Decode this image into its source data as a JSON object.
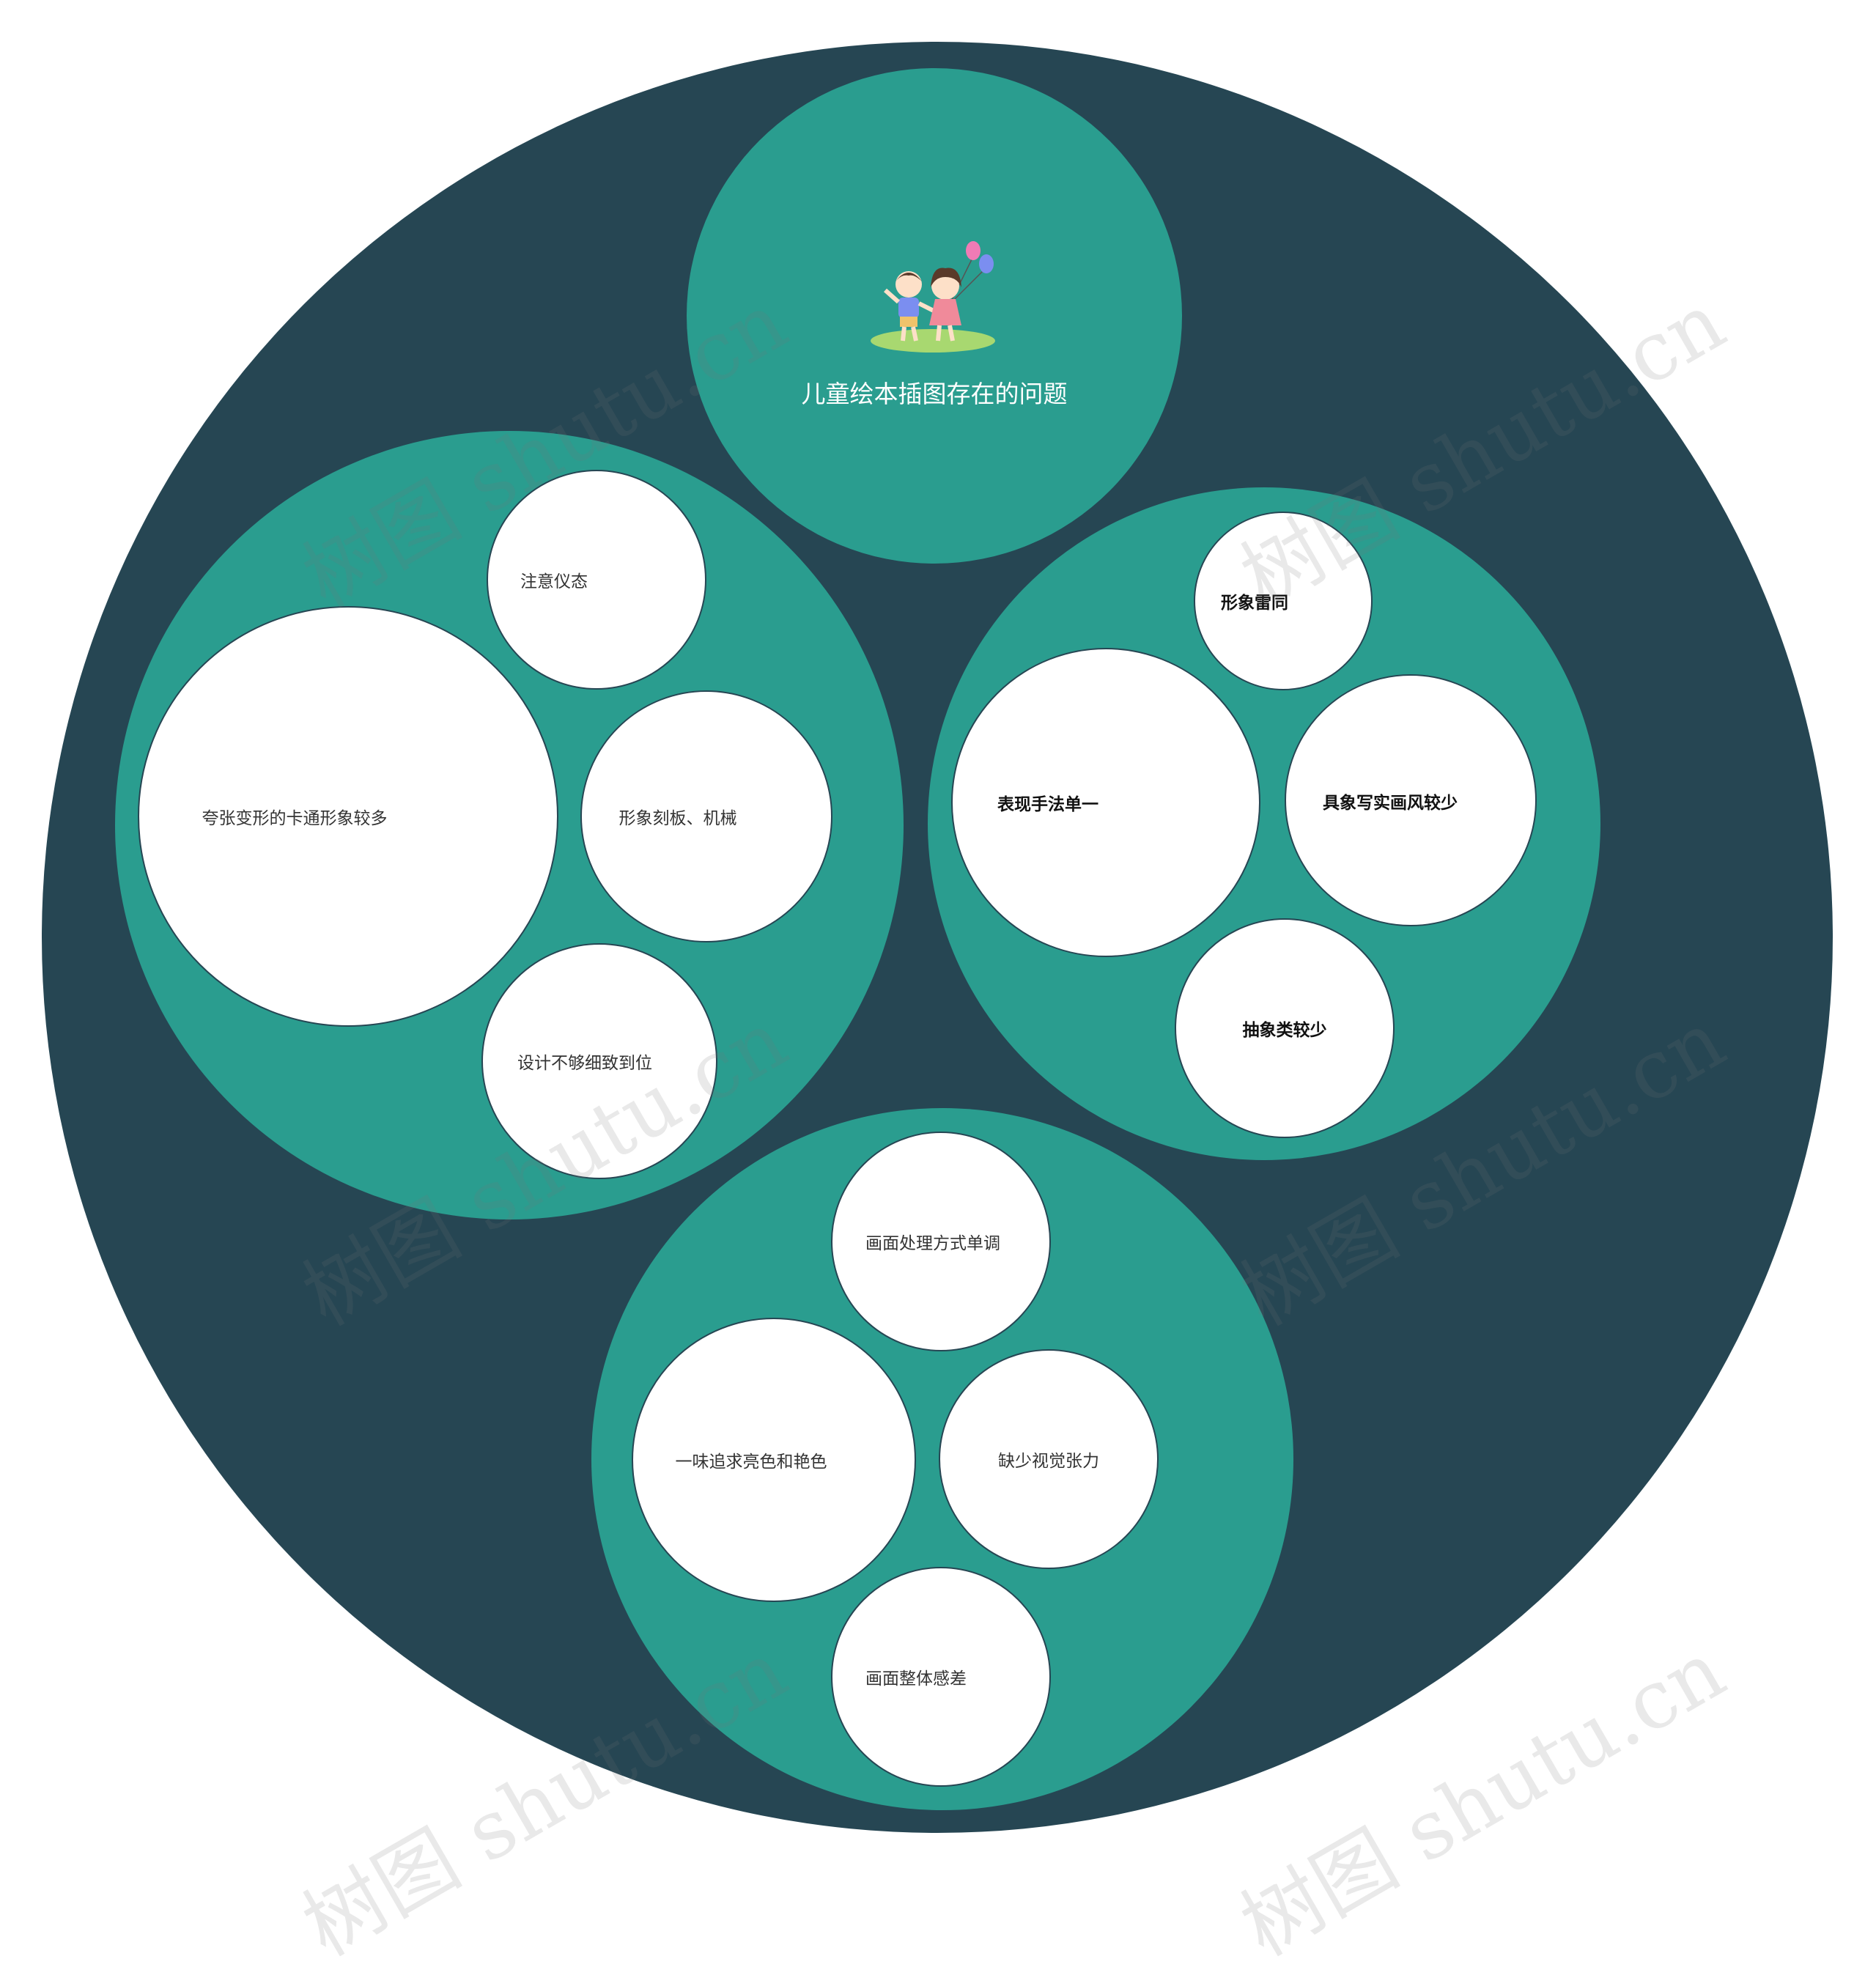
{
  "root": {
    "title": "儿童绘本插图存在的问题",
    "icon": "children-with-balloons-illustration"
  },
  "groups": [
    {
      "id": "left",
      "leaves": [
        {
          "text": "注意仪态",
          "bold": false
        },
        {
          "text": "夸张变形的卡通形象较多",
          "bold": false
        },
        {
          "text": "形象刻板、机械",
          "bold": false
        },
        {
          "text": "设计不够细致到位",
          "bold": false
        }
      ]
    },
    {
      "id": "right",
      "leaves": [
        {
          "text": "形象雷同",
          "bold": true
        },
        {
          "text": "表现手法单一",
          "bold": true
        },
        {
          "text": "具象写实画风较少",
          "bold": true
        },
        {
          "text": "抽象类较少",
          "bold": true
        }
      ]
    },
    {
      "id": "bottom",
      "leaves": [
        {
          "text": "画面处理方式单调",
          "bold": false
        },
        {
          "text": "一味追求亮色和艳色",
          "bold": false
        },
        {
          "text": "缺少视觉张力",
          "bold": false
        },
        {
          "text": "画面整体感差",
          "bold": false
        }
      ]
    }
  ],
  "watermark": "树图 shutu.cn",
  "colors": {
    "outer": "#264653",
    "group": "#2a9d8f",
    "leaf": "#ffffff",
    "root_text": "#ffffff"
  }
}
